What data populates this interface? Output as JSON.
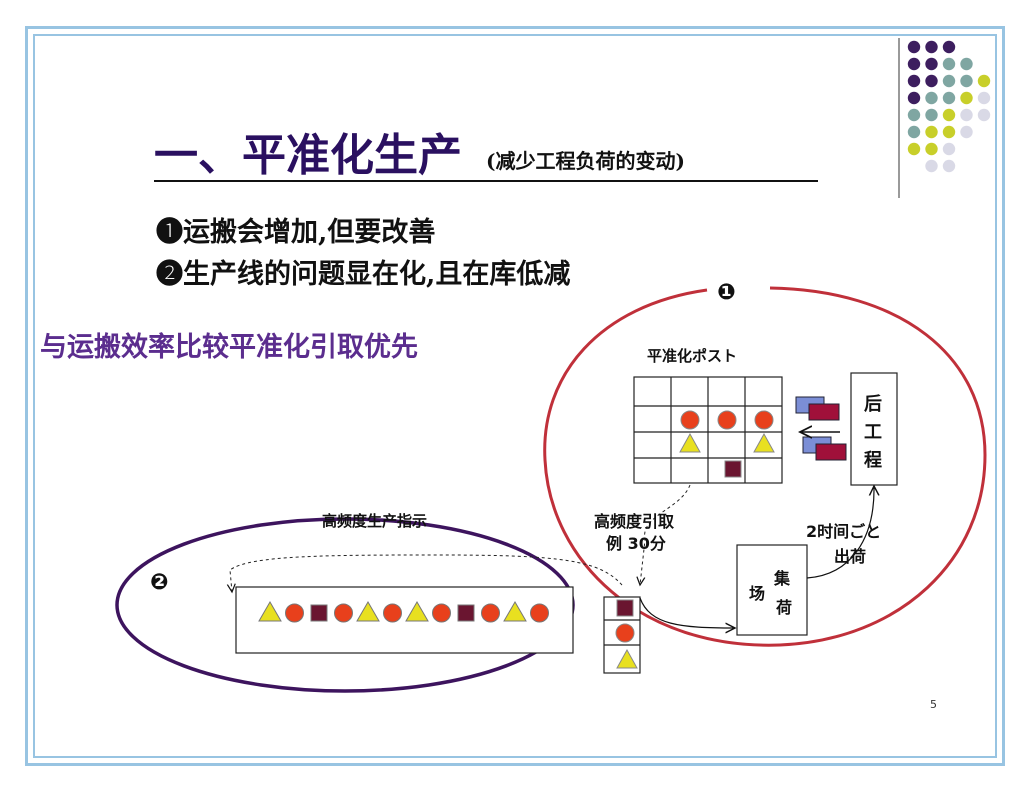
{
  "slide": {
    "title": "一、平准化生产",
    "title_note": "(减少工程负荷的变动)",
    "bullets": [
      "❶运搬会增加,但要改善",
      "❷生产线的问题显在化,且在库低减"
    ],
    "sub_heading": "与运搬效率比较平准化引取优先",
    "page_number": "5"
  },
  "diagram": {
    "marker_1": "❶",
    "marker_2": "❷",
    "post_label": "平准化ポスト",
    "downstream_label": [
      "后",
      "工",
      "程"
    ],
    "pull_label": "高频度引取",
    "pull_interval": "例  30分",
    "yard_label_a": "集",
    "yard_label_b": "荷",
    "yard_label_c": "场",
    "ship_label_1": "2时间ごと",
    "ship_label_2": "出荷",
    "production_label": "高频度生产指示",
    "production_sequence": [
      "triangle",
      "circle",
      "square",
      "circle",
      "triangle",
      "circle",
      "triangle",
      "circle",
      "square",
      "circle",
      "triangle",
      "circle"
    ]
  },
  "colors": {
    "title": "#2a1060",
    "sub_heading": "#5b2d8e",
    "circle_red": "#c0303a",
    "oval_purple": "#3d145e",
    "token_circle": "#e8401c",
    "token_triangle": "#e8e020",
    "token_square": "#6a1530",
    "frame": "#98c4e2"
  }
}
